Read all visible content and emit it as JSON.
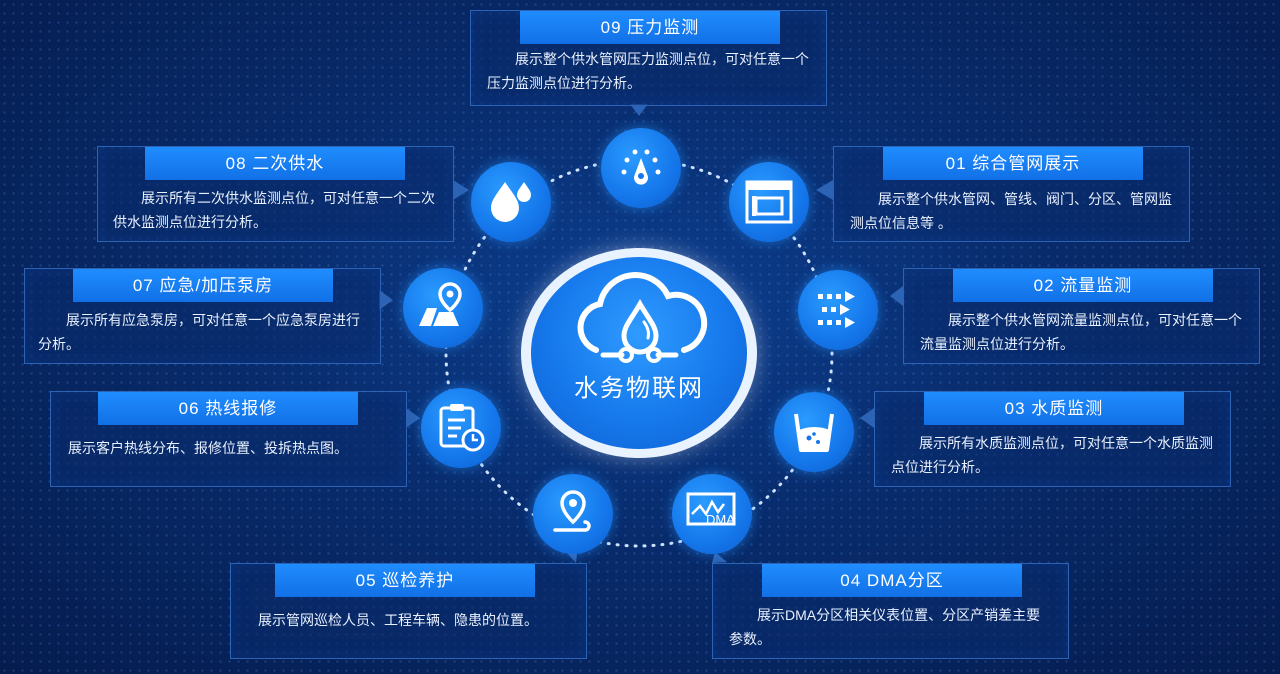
{
  "center": {
    "label": "水务物联网"
  },
  "cards": [
    {
      "id": "09",
      "title": "09  压力监测",
      "desc": "展示整个供水管网压力监测点位，可对任意一个压力监测点位进行分析。"
    },
    {
      "id": "01",
      "title": "01  综合管网展示",
      "desc": "展示整个供水管网、管线、阀门、分区、管网监测点位信息等 。"
    },
    {
      "id": "02",
      "title": "02  流量监测",
      "desc": "展示整个供水管网流量监测点位，可对任意一个流量监测点位进行分析。"
    },
    {
      "id": "03",
      "title": "03  水质监测",
      "desc": "展示所有水质监测点位，可对任意一个水质监测点位进行分析。"
    },
    {
      "id": "04",
      "title": "04  DMA分区",
      "desc": "展示DMA分区相关仪表位置、分区产销差主要参数。"
    },
    {
      "id": "05",
      "title": "05  巡检养护",
      "desc": "展示管网巡检人员、工程车辆、隐患的位置。"
    },
    {
      "id": "06",
      "title": "06  热线报修",
      "desc": "展示客户热线分布、报修位置、投拆热点图。"
    },
    {
      "id": "07",
      "title": "07  应急/加压泵房",
      "desc": "展示所有应急泵房，可对任意一个应急泵房进行分析。"
    },
    {
      "id": "08",
      "title": "08  二次供水",
      "desc": "展示所有二次供水监测点位，可对任意一个二次供水监测点位进行分析。"
    }
  ],
  "icons": {
    "09": "gauge-icon",
    "01": "browser-window-icon",
    "02": "flow-arrows-icon",
    "03": "water-beaker-icon",
    "04": "dma-monitor-icon",
    "05": "location-route-icon",
    "06": "clipboard-clock-icon",
    "07": "map-pin-icon",
    "08": "water-drops-icon"
  },
  "icon_text": {
    "dma": "DMA"
  },
  "colors": {
    "accent": "#1a7ff0",
    "title_bar": "#1f8dff",
    "background": "#082b6b"
  }
}
